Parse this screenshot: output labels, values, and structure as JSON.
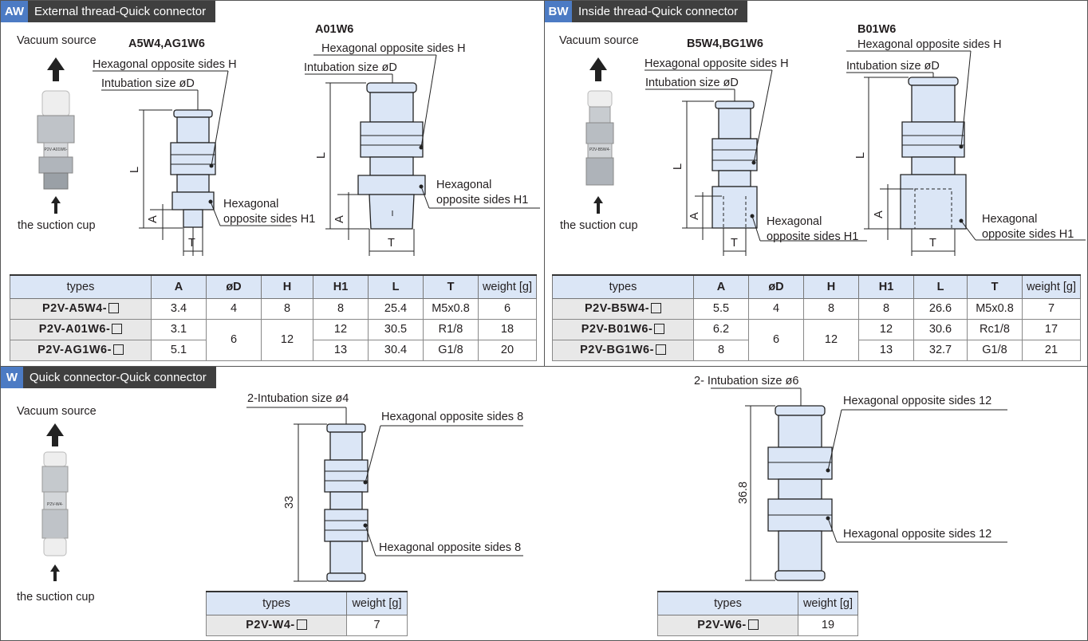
{
  "aw": {
    "code": "AW",
    "title": "External thread-Quick connector",
    "vacuum_source": "Vacuum source",
    "suction_cup": "the suction cup",
    "model_left": "A5W4,AG1W6",
    "model_right": "A01W6",
    "hex_h": "Hexagonal opposite sides H",
    "intubation": "Intubation size  øD",
    "intubation_r": "Intubation size øD",
    "hex_h1_a": "Hexagonal",
    "hex_h1_b": "opposite sides H1",
    "dim_l": "L",
    "dim_a": "A",
    "dim_t": "T",
    "product_label": "P2V-A01W6-",
    "headers": [
      "types",
      "A",
      "øD",
      "H",
      "H1",
      "L",
      "T",
      "weight [g]"
    ],
    "rows": [
      {
        "type": "P2V-A5W4-",
        "A": "3.4",
        "D": "4",
        "H": "8",
        "H1": "8",
        "L": "25.4",
        "T": "M5x0.8",
        "w": "6"
      },
      {
        "type": "P2V-A01W6-",
        "A": "3.1",
        "D": "6",
        "H": "12",
        "H1": "12",
        "L": "30.5",
        "T": "R1/8",
        "w": "18"
      },
      {
        "type": "P2V-AG1W6-",
        "A": "5.1",
        "H1": "13",
        "L": "30.4",
        "T": "G1/8",
        "w": "20"
      }
    ]
  },
  "bw": {
    "code": "BW",
    "title": "Inside thread-Quick connector",
    "vacuum_source": "Vacuum source",
    "suction_cup": "the suction cup",
    "model_left": "B5W4,BG1W6",
    "model_right": "B01W6",
    "hex_h": "Hexagonal opposite sides H",
    "intubation": "Intubation size øD",
    "hex_h1_a": "Hexagonal",
    "hex_h1_b": "opposite sides H1",
    "dim_l": "L",
    "dim_a": "A",
    "dim_t": "T",
    "product_label": "P2V-B5W4-",
    "headers": [
      "types",
      "A",
      "øD",
      "H",
      "H1",
      "L",
      "T",
      "weight [g]"
    ],
    "rows": [
      {
        "type": "P2V-B5W4-",
        "A": "5.5",
        "D": "4",
        "H": "8",
        "H1": "8",
        "L": "26.6",
        "T": "M5x0.8",
        "w": "7"
      },
      {
        "type": "P2V-B01W6-",
        "A": "6.2",
        "D": "6",
        "H": "12",
        "H1": "12",
        "L": "30.6",
        "T": "Rc1/8",
        "w": "17"
      },
      {
        "type": "P2V-BG1W6-",
        "A": "8",
        "H1": "13",
        "L": "32.7",
        "T": "G1/8",
        "w": "21"
      }
    ]
  },
  "w": {
    "code": "W",
    "title": "Quick connector-Quick connector",
    "vacuum_source": "Vacuum source",
    "suction_cup": "the suction cup",
    "product_label": "P2V-W4-",
    "left": {
      "intubation": "2-Intubation size ø4",
      "hex_top": "Hexagonal opposite sides 8",
      "hex_bottom": "Hexagonal opposite sides 8",
      "length": "33"
    },
    "right": {
      "intubation": "2- Intubation size ø6",
      "hex_top": "Hexagonal opposite sides 12",
      "hex_bottom": "Hexagonal opposite sides 12",
      "length": "36.8"
    },
    "tables": [
      {
        "headers": [
          "types",
          "weight [g]"
        ],
        "type": "P2V-W4-",
        "w": "7"
      },
      {
        "headers": [
          "types",
          "weight [g]"
        ],
        "type": "P2V-W6-",
        "w": "19"
      }
    ]
  }
}
